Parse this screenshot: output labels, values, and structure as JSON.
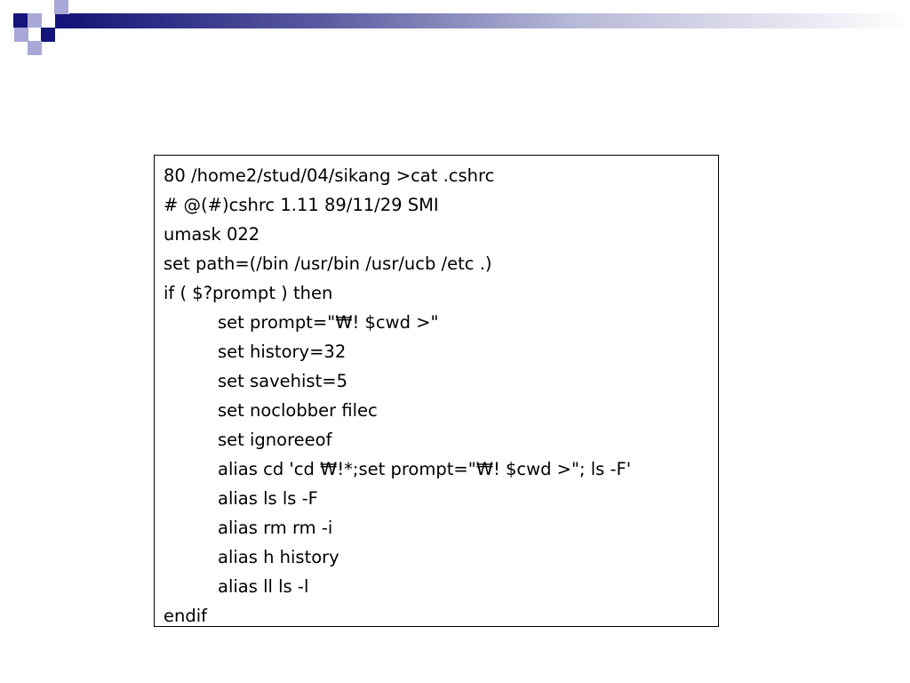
{
  "slide": {
    "code_lines": [
      {
        "text": "80 /home2/stud/04/sikang >cat .cshrc",
        "indent": false
      },
      {
        "text": "# @(#)cshrc 1.11 89/11/29 SMI",
        "indent": false
      },
      {
        "text": "umask 022",
        "indent": false
      },
      {
        "text": "set path=(/bin /usr/bin /usr/ucb /etc .)",
        "indent": false
      },
      {
        "text": "if ( $?prompt ) then",
        "indent": false
      },
      {
        "text": "set prompt=\"₩! $cwd >\"",
        "indent": true
      },
      {
        "text": "set history=32",
        "indent": true
      },
      {
        "text": "set savehist=5",
        "indent": true
      },
      {
        "text": "set noclobber filec",
        "indent": true
      },
      {
        "text": "set ignoreeof",
        "indent": true
      },
      {
        "text": "alias cd 'cd ₩!*;set prompt=\"₩! $cwd >\"; ls -F'",
        "indent": true
      },
      {
        "text": "alias ls ls -F",
        "indent": true
      },
      {
        "text": "alias rm rm -i",
        "indent": true
      },
      {
        "text": "alias h history",
        "indent": true
      },
      {
        "text": "alias ll ls -l",
        "indent": true
      },
      {
        "text": "endif",
        "indent": false
      }
    ]
  },
  "colors": {
    "header_dark": "#14147a",
    "header_light": "#a8a8d6",
    "text": "#000000",
    "border": "#000000"
  }
}
